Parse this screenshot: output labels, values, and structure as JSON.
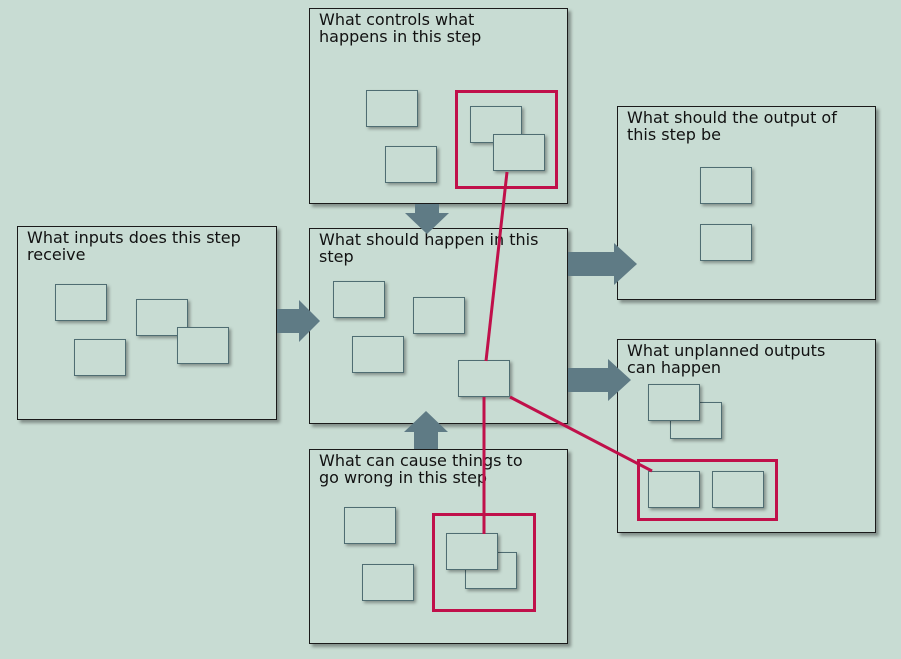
{
  "colors": {
    "background": "#c8dcd3",
    "panel_border": "#1a1a1a",
    "note_border": "#4f6d72",
    "arrow": "#5f7b85",
    "highlight": "#c0104a"
  },
  "panels": {
    "controls": {
      "title": "What controls what\nhappens in this step"
    },
    "inputs": {
      "title": "What inputs does this step\nreceive"
    },
    "process": {
      "title": "What should happen in this\nstep"
    },
    "output": {
      "title": "What should the output of\nthis step be"
    },
    "unplanned": {
      "title": "What unplanned outputs\ncan happen"
    },
    "wrong": {
      "title": "What can cause things to\ngo wrong in this step"
    }
  },
  "arrow_icons": [
    "arrow-right-icon",
    "arrow-down-icon",
    "arrow-up-icon"
  ],
  "links": [
    {
      "from": "controls-highlighted-group",
      "to": "process-note"
    },
    {
      "from": "process-note",
      "to": "wrong-highlighted-group"
    },
    {
      "from": "process-note",
      "to": "unplanned-highlighted-group"
    }
  ]
}
